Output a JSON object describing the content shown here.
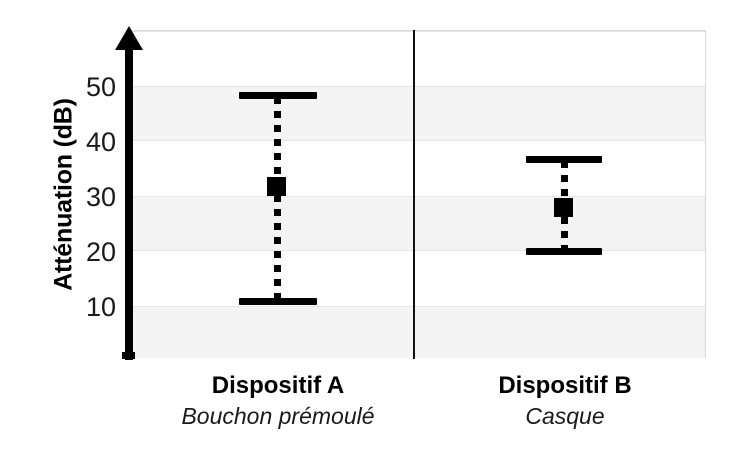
{
  "chart_data": {
    "type": "scatter",
    "title": "",
    "xlabel": "",
    "ylabel": "Atténuation (dB)",
    "ylim": [
      0,
      58
    ],
    "yticks": [
      50,
      40,
      30,
      20,
      10
    ],
    "ytick_labels": [
      "50",
      "40",
      "30",
      "20",
      "10"
    ],
    "grid": "horizontal-banded",
    "legend": "none",
    "categories": [
      "Dispositif A",
      "Dispositif B"
    ],
    "category_sublabels": [
      "Bouchon prémoulé",
      "Casque"
    ],
    "series": [
      {
        "name": "Atténuation",
        "points": [
          {
            "category": "Dispositif A",
            "mean": 31.5,
            "upper": 48.5,
            "lower": 10.5
          },
          {
            "category": "Dispositif B",
            "mean": 27.5,
            "upper": 36.5,
            "lower": 19.5
          }
        ]
      }
    ],
    "marker": "filled-square",
    "whisker_style": "dotted",
    "colors": {
      "marker": "#000000",
      "whisker": "#000000",
      "band": "#f4f4f4",
      "gridline": "#e6e6e6",
      "axis": "#000000",
      "separator": "#111111",
      "background": "#ffffff"
    }
  },
  "axis": {
    "y_title": "Atténuation (dB)",
    "ticks": [
      {
        "label": "50",
        "value": 50
      },
      {
        "label": "40",
        "value": 40
      },
      {
        "label": "30",
        "value": 30
      },
      {
        "label": "20",
        "value": 20
      },
      {
        "label": "10",
        "value": 10
      }
    ]
  },
  "groups": [
    {
      "name": "Dispositif A",
      "subtitle": "Bouchon prémoulé"
    },
    {
      "name": "Dispositif B",
      "subtitle": "Casque"
    }
  ]
}
